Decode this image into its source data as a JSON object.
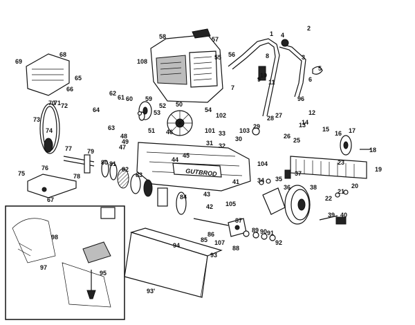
{
  "diagram": {
    "brand_text": "GUTBROD",
    "callouts": [
      {
        "id": "c1",
        "text": "1"
      },
      {
        "id": "c2",
        "text": "2"
      },
      {
        "id": "c3",
        "text": "3"
      },
      {
        "id": "c4",
        "text": "4"
      },
      {
        "id": "c5",
        "text": "5"
      },
      {
        "id": "c6",
        "text": "6"
      },
      {
        "id": "c7",
        "text": "7"
      },
      {
        "id": "c8",
        "text": "8"
      },
      {
        "id": "c9",
        "text": "9"
      },
      {
        "id": "c10",
        "text": "10"
      },
      {
        "id": "c11",
        "text": "11"
      },
      {
        "id": "c12",
        "text": "12"
      },
      {
        "id": "c13",
        "text": "13"
      },
      {
        "id": "c14",
        "text": "14"
      },
      {
        "id": "c15",
        "text": "15"
      },
      {
        "id": "c16",
        "text": "16"
      },
      {
        "id": "c17",
        "text": "17"
      },
      {
        "id": "c18",
        "text": "18"
      },
      {
        "id": "c19",
        "text": "19"
      },
      {
        "id": "c20",
        "text": "20"
      },
      {
        "id": "c21",
        "text": "21"
      },
      {
        "id": "c22",
        "text": "22"
      },
      {
        "id": "c23",
        "text": "23"
      },
      {
        "id": "c25",
        "text": "25"
      },
      {
        "id": "c26",
        "text": "26"
      },
      {
        "id": "c27",
        "text": "27"
      },
      {
        "id": "c28",
        "text": "28"
      },
      {
        "id": "c29",
        "text": "29"
      },
      {
        "id": "c30",
        "text": "30"
      },
      {
        "id": "c31",
        "text": "31"
      },
      {
        "id": "c32",
        "text": "32"
      },
      {
        "id": "c33",
        "text": "33"
      },
      {
        "id": "c34",
        "text": "34"
      },
      {
        "id": "c35",
        "text": "35"
      },
      {
        "id": "c36",
        "text": "36"
      },
      {
        "id": "c37",
        "text": "37"
      },
      {
        "id": "c38",
        "text": "38"
      },
      {
        "id": "c39",
        "text": "39"
      },
      {
        "id": "c40",
        "text": "40"
      },
      {
        "id": "c41",
        "text": "41"
      },
      {
        "id": "c42",
        "text": "42"
      },
      {
        "id": "c43",
        "text": "43"
      },
      {
        "id": "c44",
        "text": "44"
      },
      {
        "id": "c45",
        "text": "45"
      },
      {
        "id": "c46",
        "text": "46"
      },
      {
        "id": "c47",
        "text": "47"
      },
      {
        "id": "c48",
        "text": "48"
      },
      {
        "id": "c49",
        "text": "49"
      },
      {
        "id": "c50",
        "text": "50"
      },
      {
        "id": "c51",
        "text": "51"
      },
      {
        "id": "c52",
        "text": "52"
      },
      {
        "id": "c53",
        "text": "53"
      },
      {
        "id": "c54",
        "text": "54"
      },
      {
        "id": "c55",
        "text": "55"
      },
      {
        "id": "c56",
        "text": "56"
      },
      {
        "id": "c57",
        "text": "57"
      },
      {
        "id": "c58",
        "text": "58"
      },
      {
        "id": "c59",
        "text": "59"
      },
      {
        "id": "c60",
        "text": "60"
      },
      {
        "id": "c61",
        "text": "61"
      },
      {
        "id": "c62",
        "text": "62"
      },
      {
        "id": "c63",
        "text": "63"
      },
      {
        "id": "c64",
        "text": "64"
      },
      {
        "id": "c65",
        "text": "65"
      },
      {
        "id": "c66",
        "text": "66"
      },
      {
        "id": "c67",
        "text": "67"
      },
      {
        "id": "c68",
        "text": "68"
      },
      {
        "id": "c69",
        "text": "69"
      },
      {
        "id": "c70",
        "text": "70"
      },
      {
        "id": "c71",
        "text": "71"
      },
      {
        "id": "c72",
        "text": "72"
      },
      {
        "id": "c73",
        "text": "73"
      },
      {
        "id": "c74",
        "text": "74"
      },
      {
        "id": "c75",
        "text": "75"
      },
      {
        "id": "c76",
        "text": "76"
      },
      {
        "id": "c77",
        "text": "77"
      },
      {
        "id": "c78",
        "text": "78"
      },
      {
        "id": "c79",
        "text": "79"
      },
      {
        "id": "c80",
        "text": "80"
      },
      {
        "id": "c81",
        "text": "81"
      },
      {
        "id": "c82",
        "text": "82"
      },
      {
        "id": "c83",
        "text": "83"
      },
      {
        "id": "c84",
        "text": "84"
      },
      {
        "id": "c85",
        "text": "85"
      },
      {
        "id": "c86",
        "text": "86"
      },
      {
        "id": "c87",
        "text": "87"
      },
      {
        "id": "c88",
        "text": "88"
      },
      {
        "id": "c89",
        "text": "89"
      },
      {
        "id": "c90",
        "text": "90"
      },
      {
        "id": "c91",
        "text": "91"
      },
      {
        "id": "c92",
        "text": "92"
      },
      {
        "id": "c93",
        "text": "93"
      },
      {
        "id": "c93b",
        "text": "93'"
      },
      {
        "id": "c94",
        "text": "94"
      },
      {
        "id": "c95",
        "text": "95"
      },
      {
        "id": "c96",
        "text": "96"
      },
      {
        "id": "c97",
        "text": "97"
      },
      {
        "id": "c98",
        "text": "98"
      },
      {
        "id": "c101",
        "text": "101"
      },
      {
        "id": "c102",
        "text": "102"
      },
      {
        "id": "c103",
        "text": "103"
      },
      {
        "id": "c104",
        "text": "104"
      },
      {
        "id": "c105",
        "text": "105"
      },
      {
        "id": "c107",
        "text": "107"
      },
      {
        "id": "c108",
        "text": "108"
      }
    ]
  }
}
